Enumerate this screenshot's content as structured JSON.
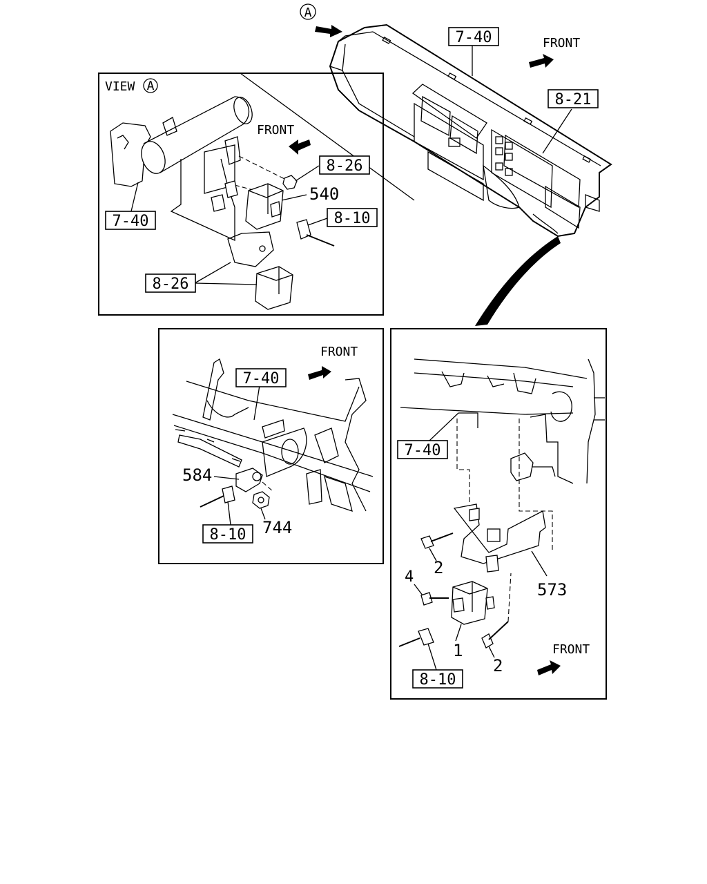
{
  "diagram": {
    "view_marker": "A",
    "view_label": "VIEW",
    "front": "FRONT",
    "main_dash": {
      "ref_7_40": "7-40",
      "ref_8_21": "8-21"
    },
    "view_a": {
      "ref_7_40": "7-40",
      "ref_8_26_top": "8-26",
      "ref_8_26_bottom": "8-26",
      "ref_8_10": "8-10",
      "part_540": "540"
    },
    "mid_left": {
      "ref_7_40": "7-40",
      "ref_8_10": "8-10",
      "part_584": "584",
      "part_744": "744"
    },
    "mid_right": {
      "ref_7_40": "7-40",
      "ref_8_10": "8-10",
      "part_573": "573",
      "part_4": "4",
      "part_2a": "2",
      "part_2b": "2",
      "part_1": "1"
    }
  }
}
